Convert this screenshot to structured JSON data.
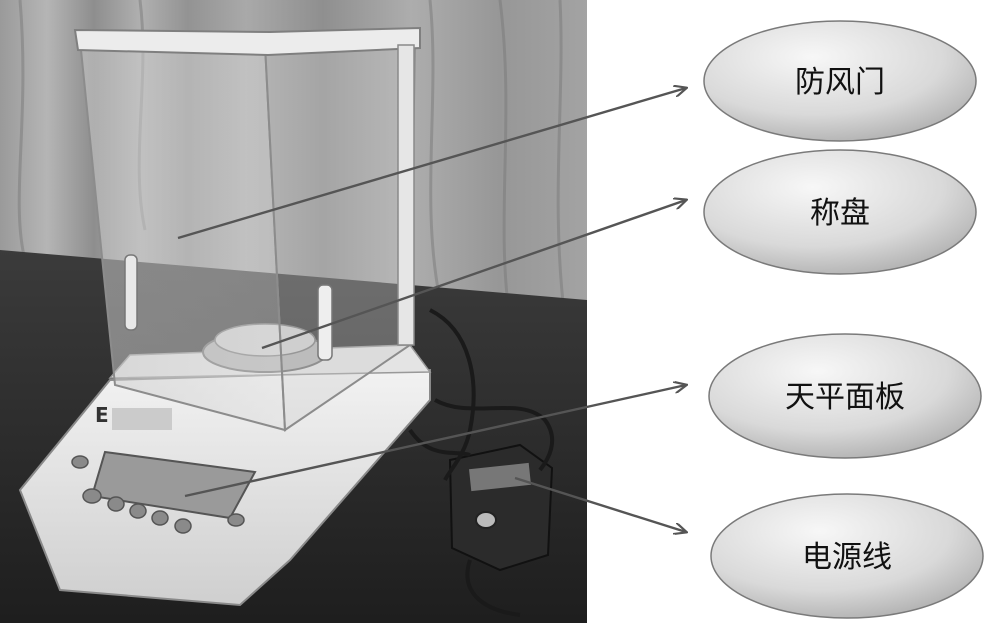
{
  "labels": [
    {
      "id": "windshield-door",
      "text": "防风门"
    },
    {
      "id": "weighing-pan",
      "text": "称盘"
    },
    {
      "id": "balance-panel",
      "text": "天平面板"
    },
    {
      "id": "power-cord",
      "text": "电源线"
    }
  ],
  "photo": {
    "brand_mark": "E",
    "description_tag": "analytical-balance-photo"
  }
}
